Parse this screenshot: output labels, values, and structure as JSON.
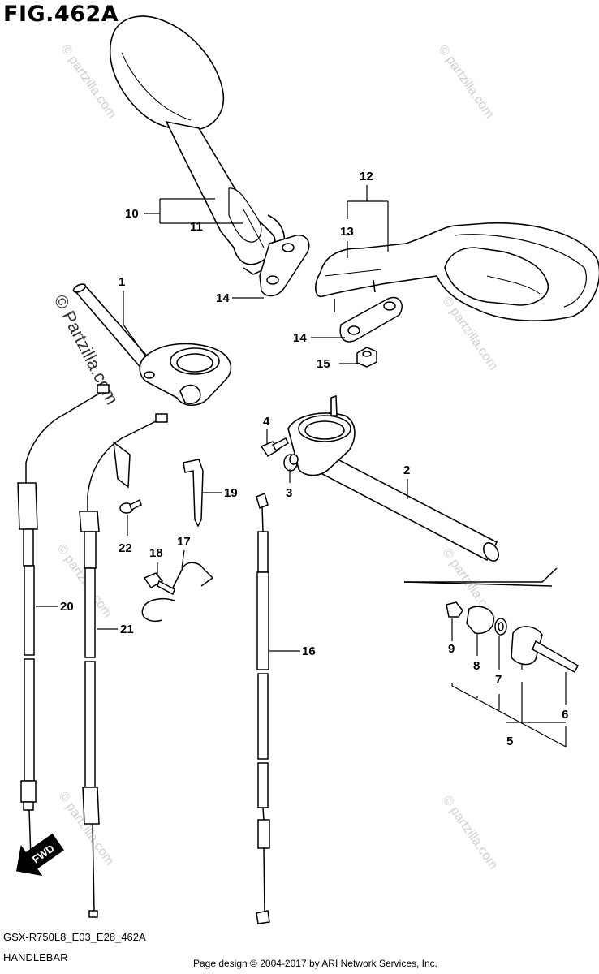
{
  "figure": {
    "title": "FIG.462A",
    "reference_code": "GSX-R750L8_E03_E28_462A",
    "section_name": "HANDLEBAR",
    "copyright": "Page design © 2004-2017 by ARI Network Services, Inc."
  },
  "direction_marker": "FWD",
  "watermarks": {
    "primary": "© Partzilla.com",
    "repeated": "© partzilla.com"
  },
  "callouts": [
    {
      "id": "c1",
      "text": "1"
    },
    {
      "id": "c2",
      "text": "2"
    },
    {
      "id": "c3",
      "text": "3"
    },
    {
      "id": "c4",
      "text": "4"
    },
    {
      "id": "c5",
      "text": "5"
    },
    {
      "id": "c6",
      "text": "6"
    },
    {
      "id": "c7",
      "text": "7"
    },
    {
      "id": "c8",
      "text": "8"
    },
    {
      "id": "c9",
      "text": "9"
    },
    {
      "id": "c10",
      "text": "10"
    },
    {
      "id": "c11",
      "text": "11"
    },
    {
      "id": "c12",
      "text": "12"
    },
    {
      "id": "c13",
      "text": "13"
    },
    {
      "id": "c14a",
      "text": "14"
    },
    {
      "id": "c14b",
      "text": "14"
    },
    {
      "id": "c15",
      "text": "15"
    },
    {
      "id": "c16",
      "text": "16"
    },
    {
      "id": "c17",
      "text": "17"
    },
    {
      "id": "c18",
      "text": "18"
    },
    {
      "id": "c19",
      "text": "19"
    },
    {
      "id": "c20",
      "text": "20"
    },
    {
      "id": "c21",
      "text": "21"
    },
    {
      "id": "c22",
      "text": "22"
    }
  ]
}
